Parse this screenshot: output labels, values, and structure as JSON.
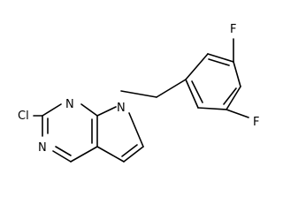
{
  "atoms": {
    "cl": "Cl",
    "n_pyrimidine_top": "N",
    "n_pyrimidine_bottom": "N",
    "n_pyrrole": "N",
    "f_top": "F",
    "f_bottom": "F"
  },
  "colors": {
    "background": "#ffffff",
    "bond": "#000000",
    "text": "#000000"
  }
}
